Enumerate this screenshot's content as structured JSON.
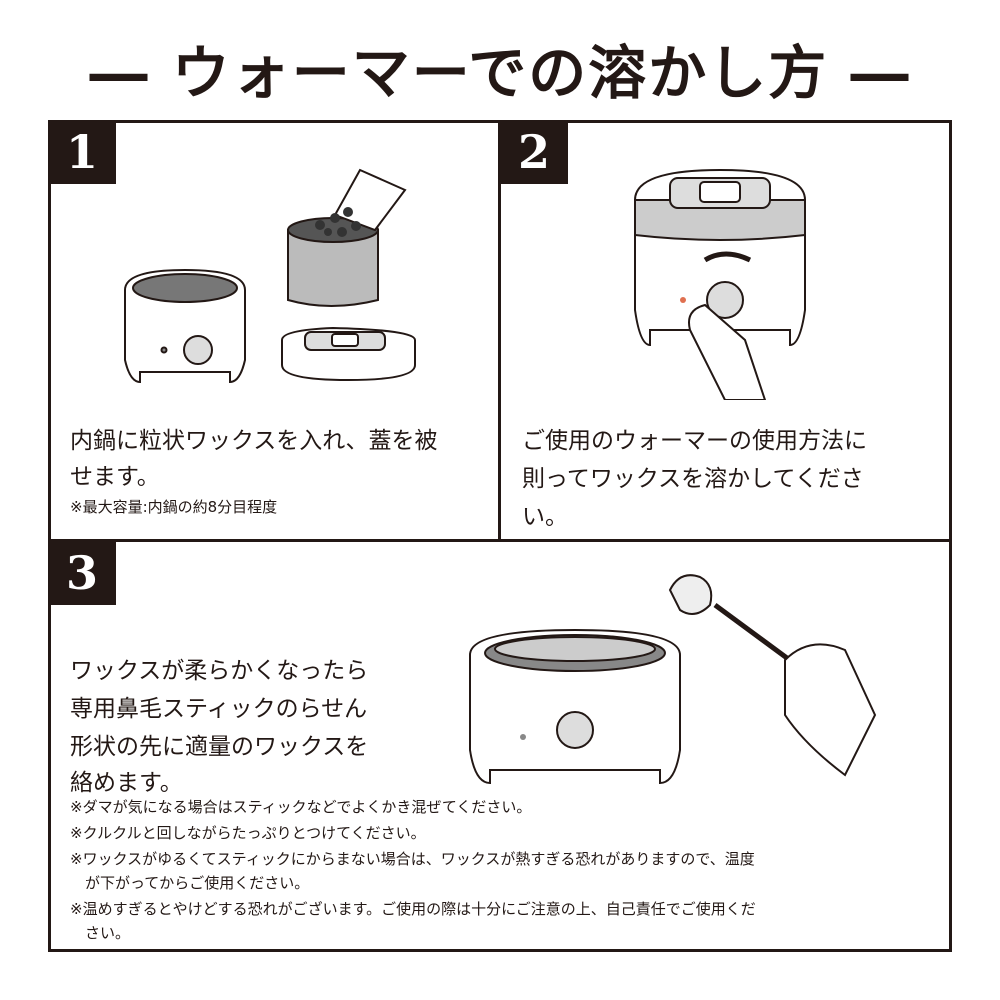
{
  "title": "― ウォーマーでの溶かし方 ―",
  "steps": [
    {
      "number": "1",
      "lines": [
        "内鍋に粒状ワックスを入れ、蓋を被",
        "せます。"
      ],
      "note": "※最大容量:内鍋の約8分目程度"
    },
    {
      "number": "2",
      "lines": [
        "ご使用のウォーマーの使用方法に",
        "則ってワックスを溶かしてくださ",
        "い。"
      ]
    },
    {
      "number": "3",
      "lines": [
        "ワックスが柔らかくなったら",
        "専用鼻毛スティックのらせん",
        "形状の先に適量のワックスを",
        "絡めます。"
      ],
      "notes": [
        "※ダマが気になる場合はスティックなどでよくかき混ぜてください。",
        "※クルクルと回しながらたっぷりとつけてください。",
        "※ワックスがゆるくてスティックにからまない場合は、ワックスが熱すぎる恐れがありますので、温度",
        "　が下がってからご使用ください。",
        "※温めすぎるとやけどする恐れがございます。ご使用の際は十分にご注意の上、自己責任でご使用くだ",
        "　さい。"
      ]
    }
  ]
}
